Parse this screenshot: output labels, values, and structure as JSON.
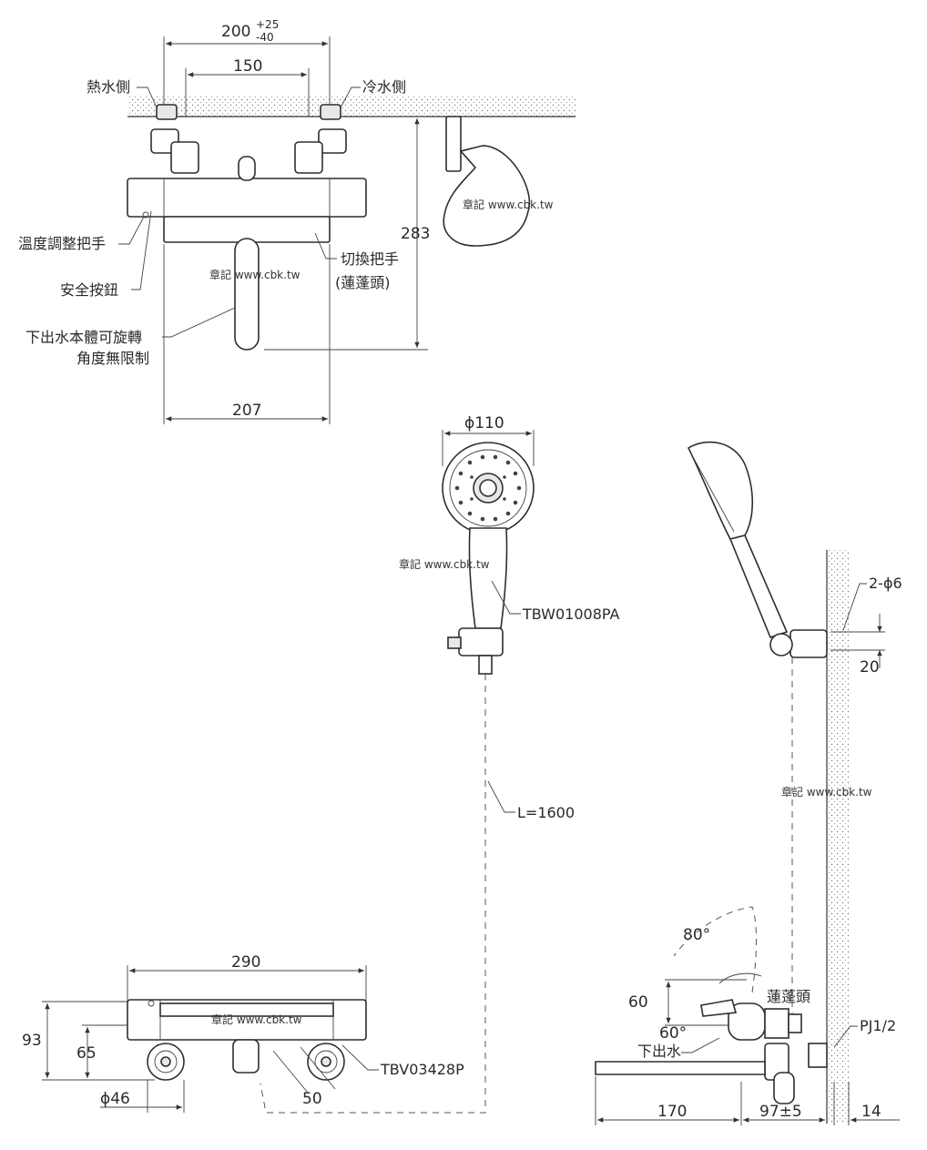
{
  "top_view": {
    "dim_total": "200",
    "tol_plus": "+25",
    "tol_minus": "-40",
    "dim_inlet": "150",
    "hot_side": "熱水側",
    "cold_side": "冷水側",
    "temp_handle": "溫度調整把手",
    "safety_button": "安全按鈕",
    "spout_rotate_line1": "下出水本體可旋轉",
    "spout_rotate_line2": "角度無限制",
    "switch_handle_line1": "切換把手",
    "switch_handle_line2": "(蓮蓬頭)",
    "dim_height": "283",
    "dim_width": "207"
  },
  "hand_shower": {
    "dim_dia": "ϕ110",
    "model": "TBW01008PA",
    "hose_length": "L=1600"
  },
  "wall_mount": {
    "holes": "2-ϕ6",
    "dim_hole": "20"
  },
  "front_view": {
    "dim_total": "290",
    "dim_93": "93",
    "dim_65": "65",
    "dim_46": "ϕ46",
    "dim_50": "50",
    "model": "TBV03428P"
  },
  "side_view": {
    "angle_80": "80°",
    "angle_60": "60°",
    "dim_60": "60",
    "shower_label": "蓮蓬頭",
    "spout_label": "下出水",
    "thread": "PJ1/2",
    "dim_170": "170",
    "dim_97": "97±5",
    "dim_14": "14"
  },
  "watermark": "章記 www.cbk.tw"
}
